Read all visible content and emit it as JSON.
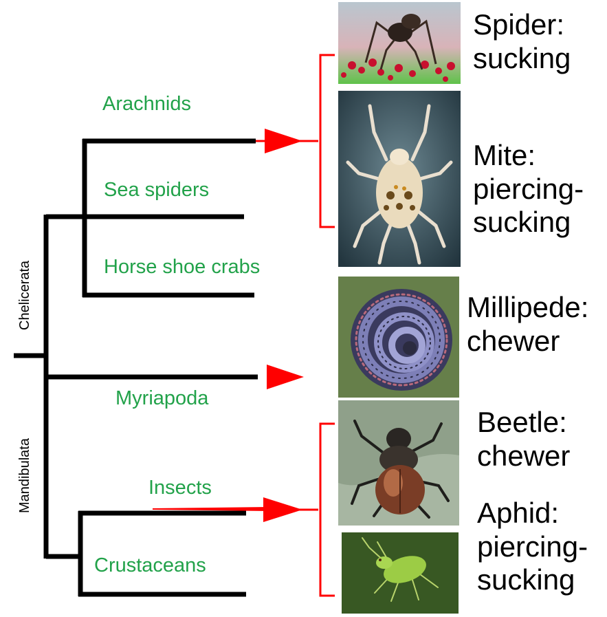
{
  "groups": {
    "chelicerata": "Chelicerata",
    "mandibulata": "Mandibulata"
  },
  "taxa": {
    "arachnids": "Arachnids",
    "sea_spiders": "Sea spiders",
    "horseshoe_crabs": "Horse shoe crabs",
    "myriapoda": "Myriapoda",
    "insects": "Insects",
    "crustaceans": "Crustaceans"
  },
  "examples": {
    "spider": {
      "name": "Spider:",
      "mouthparts": "sucking"
    },
    "mite": {
      "name": "Mite:",
      "mouthparts_1": "piercing-",
      "mouthparts_2": "sucking"
    },
    "millipede": {
      "name": "Millipede:",
      "mouthparts": "chewer"
    },
    "beetle": {
      "name": "Beetle:",
      "mouthparts": "chewer"
    },
    "aphid": {
      "name": "Aphid:",
      "mouthparts_1": "piercing-",
      "mouthparts_2": "sucking"
    }
  },
  "colors": {
    "taxon_text": "#22a24a",
    "branch": "#000000",
    "arrow": "#ff0000"
  },
  "icons": {
    "spider_photo": "spider-photo",
    "mite_photo": "mite-photo",
    "millipede_photo": "millipede-photo",
    "beetle_photo": "beetle-photo",
    "aphid_photo": "aphid-photo"
  }
}
